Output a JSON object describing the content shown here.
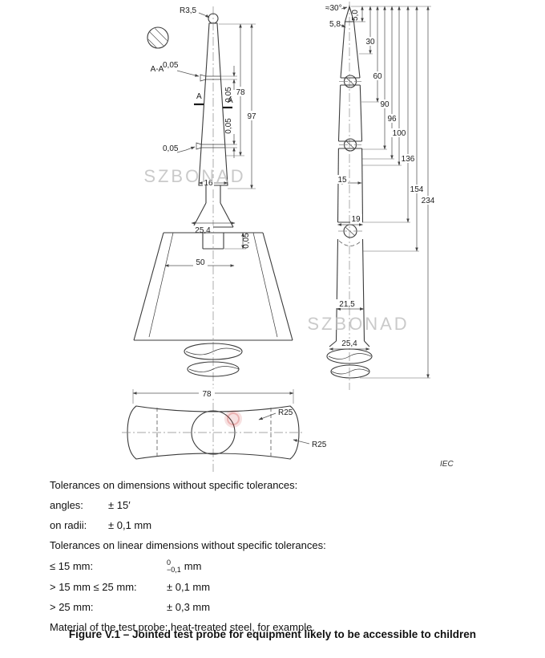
{
  "drawing": {
    "watermark": "SZBONAD",
    "iec": "IEC",
    "left": {
      "r_tip": "R3,5",
      "section_label": "A-A",
      "gap1": "0,05",
      "gap2": "0,05",
      "gap_r1": "0,05",
      "gap_r2": "0,05",
      "gap3": "0,05",
      "cut_a_left": "A",
      "cut_a_right": "A",
      "len78": "78",
      "len97": "97",
      "w16": "16",
      "w254": "25,4",
      "w50": "50",
      "w78": "78",
      "r25_inner": "R25",
      "r25_outer": "R25"
    },
    "right": {
      "angle": "≈30°",
      "d58": "5,8",
      "d50": "5,0",
      "h30": "30",
      "h60": "60",
      "h90": "90",
      "h96": "96",
      "h100": "100",
      "h136": "136",
      "h154": "154",
      "h234": "234",
      "w15": "15",
      "w19": "19",
      "w215": "21,5",
      "w254": "25,4"
    }
  },
  "notes": {
    "tol_general": "Tolerances on dimensions without specific tolerances:",
    "angles_label": "angles:",
    "angles_value": "± 15′",
    "radii_label": "on radii:",
    "radii_value": "± 0,1 mm",
    "tol_linear": "Tolerances on linear dimensions without specific tolerances:",
    "r1_label": "≤ 15 mm:",
    "r1_sup": "0",
    "r1_sub": "−0,1",
    "r1_unit": "mm",
    "r2_label": "> 15 mm ≤ 25 mm:",
    "r2_value": "± 0,1 mm",
    "r3_label": "> 25 mm:",
    "r3_value": "± 0,3 mm",
    "material": "Material of the test probe: heat-treated steel, for example."
  },
  "caption": "Figure V.1 – Jointed test probe for equipment likely to be accessible to children"
}
